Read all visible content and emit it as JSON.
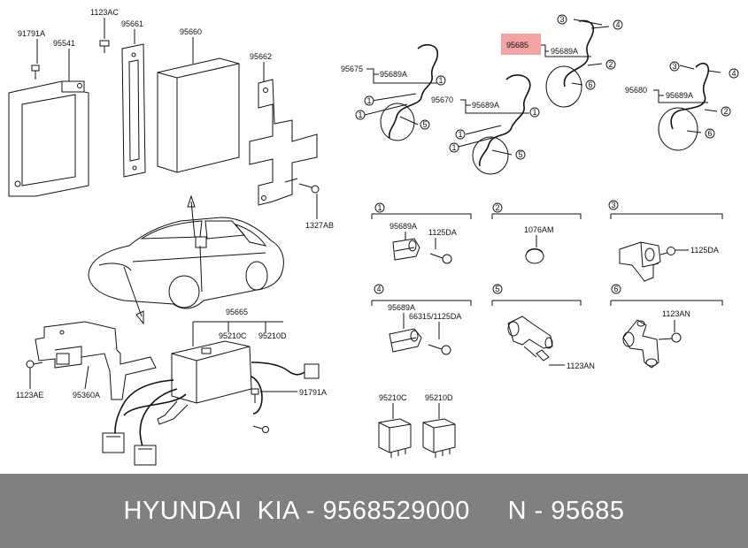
{
  "part_labels": {
    "p91791a_top": "91791A",
    "p1123ac": "1123AC",
    "p95541": "95541",
    "p95661": "95661",
    "p95660": "95660",
    "p95662": "95662",
    "p1327ab": "1327AB",
    "p95675": "95675",
    "p95689a_1": "95689A",
    "p95670": "95670",
    "p95689a_2": "95689A",
    "p95685": "95685",
    "p95689a_3": "95689A",
    "p95680": "95680",
    "p95689a_4": "95689A",
    "p95665": "95665",
    "p95210c_a": "95210C",
    "p95210d_a": "95210D",
    "p91791a_bottom": "91791A",
    "p1123ae": "1123AE",
    "p95360a": "95360A",
    "d1_95689a": "95689A",
    "d1_1125da": "1125DA",
    "d2_1076am": "1076AM",
    "d3_1125da": "1125DA",
    "d4_95689a": "95689A",
    "d4_66315": "66315/1125DA",
    "d5_1123an": "1123AN",
    "d6_1123an": "1123AN",
    "p95210c_b": "95210C",
    "p95210d_b": "95210D"
  },
  "callouts": {
    "n1": "1",
    "n2": "2",
    "n3": "3",
    "n4": "4",
    "n5": "5",
    "n6": "6"
  },
  "highlight": {
    "part": "95685",
    "color": "#f2a3a3"
  },
  "footer": {
    "text": "HYUNDAI  KIA - 9568529000     N - 95685",
    "background": "#808080",
    "color": "#ffffff"
  }
}
